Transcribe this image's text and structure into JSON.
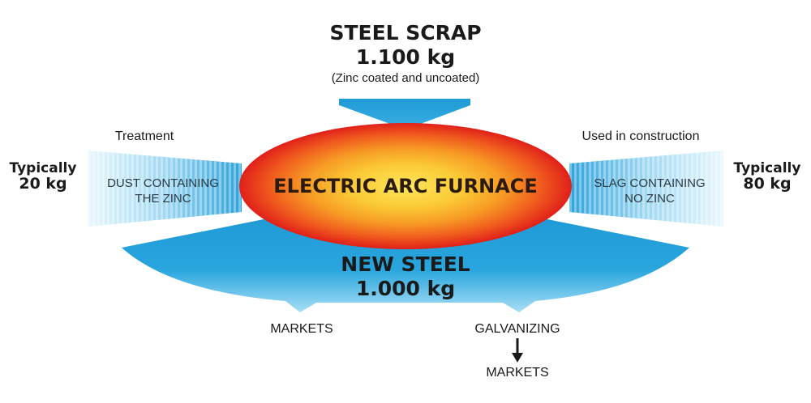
{
  "input": {
    "title": "STEEL SCRAP",
    "amount": "1.100 kg",
    "note": "(Zinc coated and uncoated)"
  },
  "furnace": {
    "label": "ELECTRIC ARC FURNACE"
  },
  "left_output": {
    "use": "Treatment",
    "label_line1": "DUST CONTAINING",
    "label_line2": "THE ZINC",
    "typical": "Typically",
    "amount": "20 kg"
  },
  "right_output": {
    "use": "Used in construction",
    "label_line1": "SLAG CONTAINING",
    "label_line2": "NO ZINC",
    "typical": "Typically",
    "amount": "80 kg"
  },
  "output": {
    "title": "NEW STEEL",
    "amount": "1.000 kg"
  },
  "destinations": {
    "markets_left": "MARKETS",
    "galvanizing": "GALVANIZING",
    "markets_right": "MARKETS"
  },
  "colors": {
    "blue_dark": "#1f9ad6",
    "blue_light": "#8fd2f2",
    "furnace_outer": "#e8231c",
    "furnace_mid": "#f47a1f",
    "furnace_inner": "#fbd33a"
  }
}
